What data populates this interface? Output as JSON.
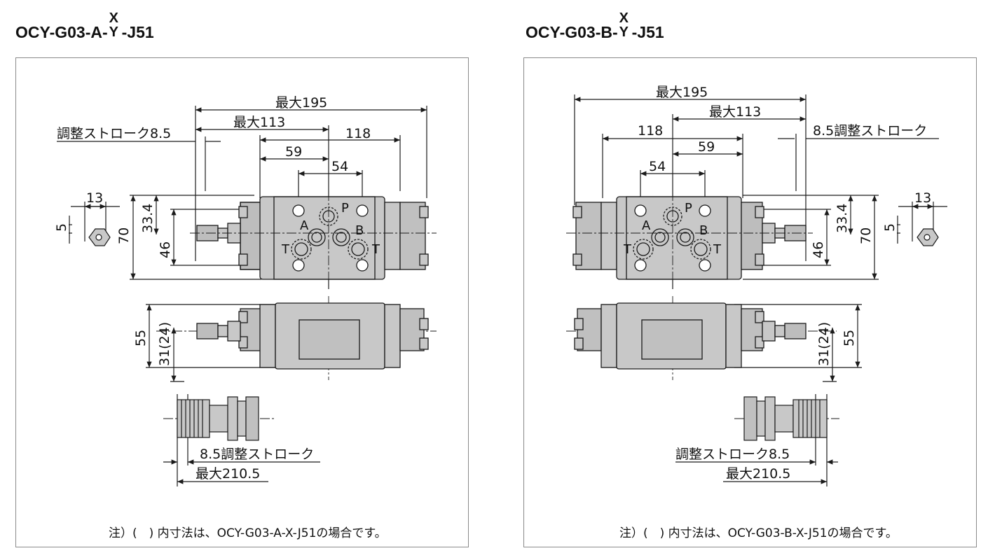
{
  "left": {
    "title_main": "OCY-G03-A-",
    "title_top": "X",
    "title_bot": "Y",
    "title_end": "-J51",
    "note": "注）(　) 内寸法は、OCY-G03-A-X-J51の場合です。",
    "dims": {
      "max195": "最大195",
      "max113": "最大113",
      "stroke_top": "調整ストローク8.5",
      "d118": "118",
      "d59": "59",
      "d54": "54",
      "d13": "13",
      "d5": "5",
      "d70": "70",
      "d33_4": "33.4",
      "d46": "46",
      "d55": "55",
      "d31": "31(24)",
      "stroke_bottom": "8.5調整ストローク",
      "max210_5": "最大210.5"
    },
    "ports": {
      "p": "P",
      "a": "A",
      "b": "B",
      "t1": "T",
      "t2": "T"
    }
  },
  "right": {
    "title_main": "OCY-G03-B-",
    "title_top": "X",
    "title_bot": "Y",
    "title_end": "-J51",
    "note": "注）(　) 内寸法は、OCY-G03-B-X-J51の場合です。",
    "dims": {
      "max195": "最大195",
      "max113": "最大113",
      "stroke_top": "8.5調整ストローク",
      "d118": "118",
      "d59": "59",
      "d54": "54",
      "d13": "13",
      "d5": "5",
      "d70": "70",
      "d33_4": "33.4",
      "d46": "46",
      "d55": "55",
      "d31": "31(24)",
      "stroke_bottom": "調整ストローク8.5",
      "max210_5": "最大210.5"
    },
    "ports": {
      "p": "P",
      "a": "A",
      "b": "B",
      "t1": "T",
      "t2": "T"
    }
  },
  "colors": {
    "body": "#c8c8c8",
    "line": "#1a1a1a",
    "border": "#8a8a8a"
  }
}
